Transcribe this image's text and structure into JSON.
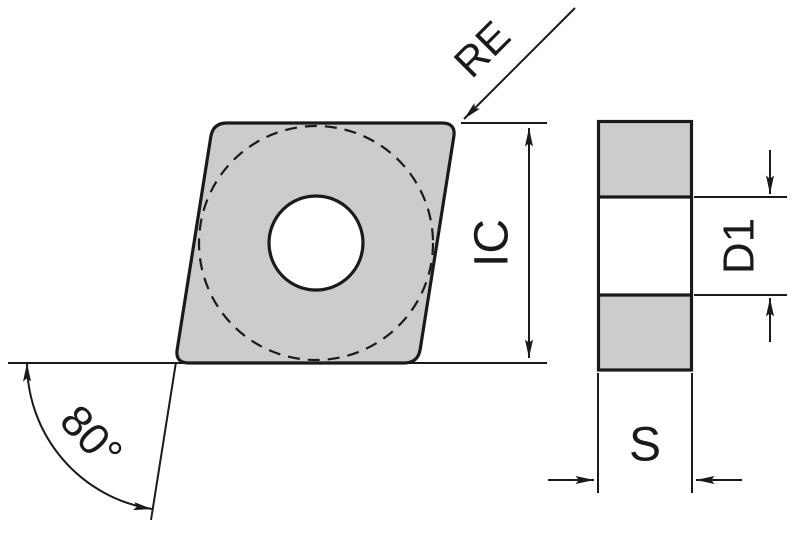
{
  "diagram": {
    "type": "technical-drawing",
    "subject": "80-degree rhombic turning insert, front and side view",
    "labels": {
      "corner_radius": "RE",
      "inscribed_circle": "IC",
      "hole_diameter": "D1",
      "thickness": "S",
      "corner_angle": "80°"
    },
    "colors": {
      "insert_fill": "#cccccc",
      "line": "#1a1a1a",
      "background": "#ffffff",
      "hole_fill": "#ffffff"
    }
  }
}
